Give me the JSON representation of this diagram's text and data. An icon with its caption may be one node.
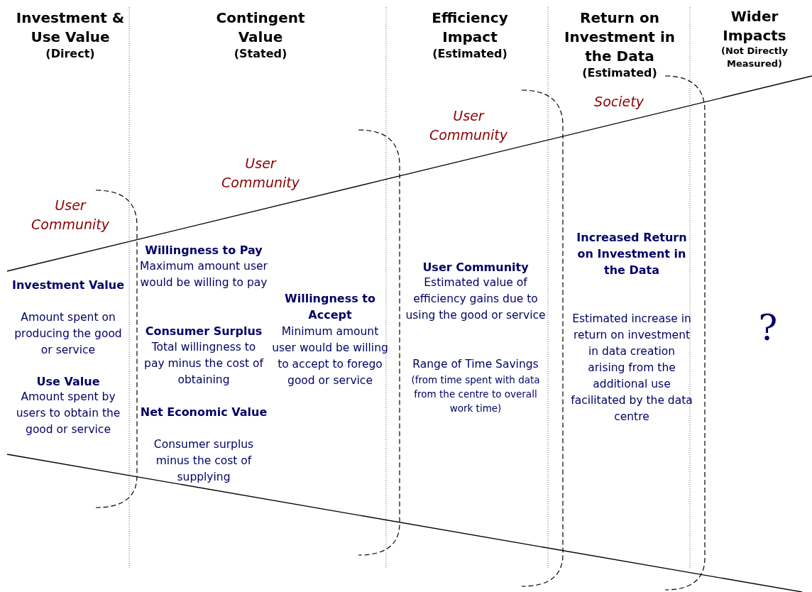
{
  "diagram": {
    "labels": [
      "Investment & Use Value",
      "(Direct)",
      "Contingent Value",
      "(Stated)",
      "Efficiency Impact",
      "(Estimated)",
      "Return on Investment in the Data",
      "(Estimated)",
      "Wider Impacts",
      "(Not Directly Measured)",
      "Society",
      "User Community",
      "User Community",
      "User Community",
      "Increased Return on Investment in the Data",
      "Willingness to Pay",
      "Maximum amount user would be willing to pay",
      "User Community",
      "Estimated value of efficiency gains due to using the good or service",
      "Investment Value",
      "Amount spent on producing the good or service",
      "Willingness to Accept",
      "Minimum amount user would be willing to accept to forego good or service",
      "Estimated increase in return on investment in data creation arising from the additional use facilitated by the data centre",
      "?",
      "Consumer Surplus",
      "Total willingness to pay minus the cost of obtaining",
      "Range of Time Savings",
      "(from time spent with data from the centre to overall work time)",
      "Use Value",
      "Amount spent by users to obtain the good or service",
      "Net Economic Value",
      "Consumer surplus minus the cost of supplying"
    ]
  }
}
